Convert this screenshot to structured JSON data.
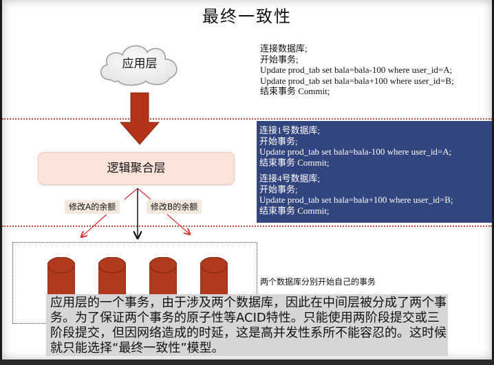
{
  "title": "最终一致性",
  "application_layer": {
    "label": "应用层",
    "shape": "cloud-icon"
  },
  "top_sql": {
    "lines": [
      "连接数据库;",
      "开始事务;",
      "Update prod_tab set bala=bala-100 where user_id=A;",
      "Update prod_tab set bala=bala+100 where user_id=B;",
      "结束事务 Commit;"
    ]
  },
  "logic_layer": {
    "label": "逻辑聚合层"
  },
  "split_sql": {
    "db1": [
      "连接1号数据库;",
      "开始事务;",
      "Update prod_tab set bala=bala-100 where user_id=A;",
      "结束事务 Commit;"
    ],
    "db4": [
      "连接4号数据库;",
      "开始事务;",
      "Update prod_tab set bala=bala+100 where user_id=B;",
      "结束事务 Commit;"
    ]
  },
  "tags": {
    "modify_a": "修改A的余额",
    "modify_b": "修改B的余额"
  },
  "databases": {
    "count": 4,
    "color": "#b03a1c"
  },
  "note": "两个数据库分别开始自己的事务",
  "explanation": "应用层的一个事务，由于涉及两个数据库，因此在中间层被分成了两个事务。为了保证两个事务的原子性等ACID特性。只能使用两阶段提交或三阶段提交，但因网络造成的时延，这是高并发性系所不能容忍的。这时候就只能选择“最终一致性”模型。",
  "colors": {
    "arrow_fill": "#b33418",
    "blue_box": "#33457f",
    "logic_box": "#fbe3da",
    "tag_bg": "#f2e8de",
    "explain_bg": "#d6d6d6",
    "dotted_line": "#b44a3a",
    "red_arrow": "#d42a2a"
  }
}
